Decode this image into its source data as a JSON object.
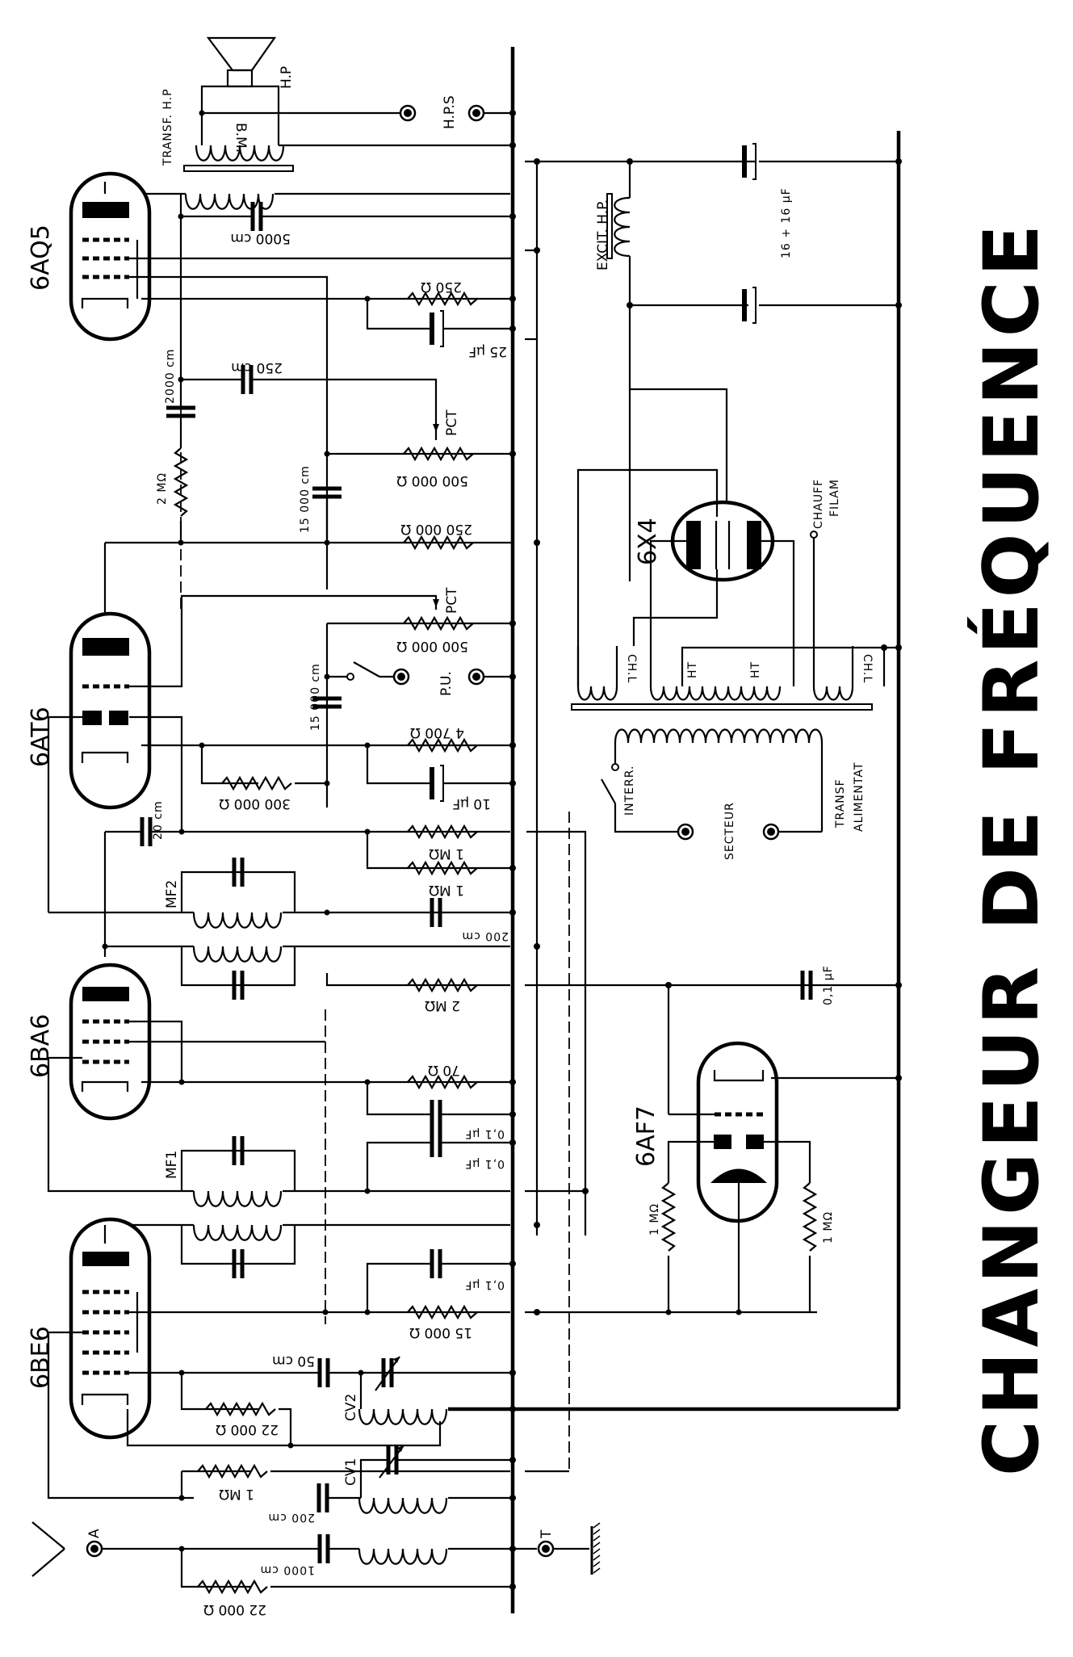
{
  "title": "CHANGEUR DE FRÉQUENCE",
  "tubes": {
    "output": "6AQ5",
    "preamp": "6AT6",
    "if_amp": "6BA6",
    "converter": "6BE6",
    "rectifier": "6X4",
    "tuning_indicator": "6AF7"
  },
  "speaker": {
    "label": "H.P",
    "transformer_label": "TRANSF. H.P",
    "voice_coil_label": "B.M.",
    "aux_output_label": "H.P.S",
    "field_coil_label": "EXCIT. H.P."
  },
  "output_stage": {
    "plate_cap": "5000 cm",
    "cathode_res": "250 Ω",
    "cathode_cap": "25 µF",
    "coupling_cap": "2000 cm",
    "tone_cap": "250 cm",
    "tone_pot": "500 000 Ω",
    "tone_pot_label": "PCT",
    "tone_cap2": "15 000 cm",
    "grid_res": "2 MΩ",
    "plate_load": "250 000 Ω"
  },
  "filter": {
    "caps": "16 + 16 µF"
  },
  "preamp_stage": {
    "volume_pot": "500 000 Ω",
    "volume_pot_label": "PCT",
    "pickup_label": "P.U.",
    "input_cap": "15 000 cm",
    "cathode_res": "4 700 Ω",
    "cathode_cap": "10 µF",
    "grid_res": "300 000 Ω",
    "diode_cap": "20 cm",
    "res_1a": "1 MΩ",
    "res_1b": "1 MΩ",
    "cap_200": "200 cm"
  },
  "if_stage": {
    "mf2_label": "MF2",
    "mf1_label": "MF1",
    "avc_res": "2 MΩ",
    "cathode_res": "70 Ω",
    "cap_a": "0,1 µF",
    "cap_b": "0,1 µF"
  },
  "converter_stage": {
    "screen_cap": "0,1 µF",
    "screen_res": "15 000 Ω",
    "osc_cap": "50 cm",
    "osc_grid_res": "22 000 Ω",
    "cv2_label": "CV2",
    "cv1_label": "CV1",
    "grid_res": "1 MΩ",
    "ant_cap": "200 cm",
    "ant_cap2": "1000 cm",
    "ant_res": "22 000 Ω",
    "antenna_label": "A",
    "ground_label": "T"
  },
  "power_supply": {
    "heater_label_1": "CHAUFF",
    "heater_label_2": "FILAM",
    "winding_chl": "CH.L",
    "winding_ht": "HT",
    "switch_label": "INTERR.",
    "mains_label": "SECTEUR",
    "transformer_label_1": "TRANSF",
    "transformer_label_2": "ALIMENTAT"
  },
  "indicator_stage": {
    "cap": "0,1 µF",
    "res_a": "1 MΩ",
    "res_b": "1 MΩ"
  }
}
